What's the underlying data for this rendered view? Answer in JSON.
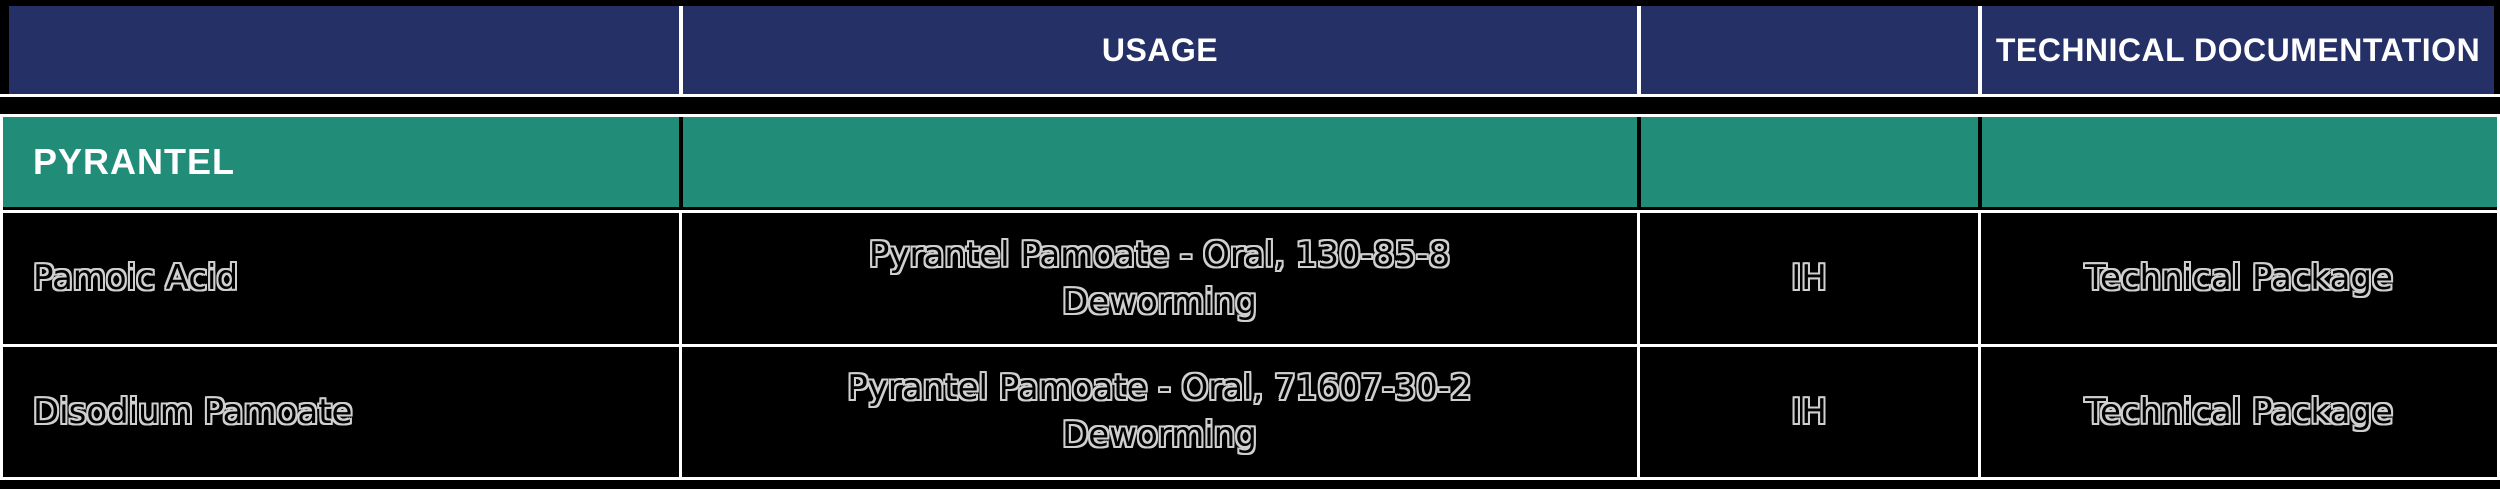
{
  "colors": {
    "header_bg": "#253166",
    "section_bg": "#218c78",
    "row_bg": "#000000",
    "divider": "#ffffff",
    "header_text": "#ffffff",
    "outline_text": "#cfcfcf"
  },
  "header": {
    "usage_label": "USAGE",
    "docs_label": "TECHNICAL DOCUMENTATION"
  },
  "section": {
    "title": "PYRANTEL"
  },
  "rows": [
    {
      "name": "Pamoic Acid",
      "usage_line1": "Pyrantel Pamoate - Oral, 130-85-8",
      "usage_line2": "Deworming",
      "code": "IH",
      "doc": "Technical Package"
    },
    {
      "name": "Disodium Pamoate",
      "usage_line1": "Pyrantel Pamoate - Oral, 71607-30-2",
      "usage_line2": "Deworming",
      "code": "IH",
      "doc": "Technical Package"
    }
  ]
}
